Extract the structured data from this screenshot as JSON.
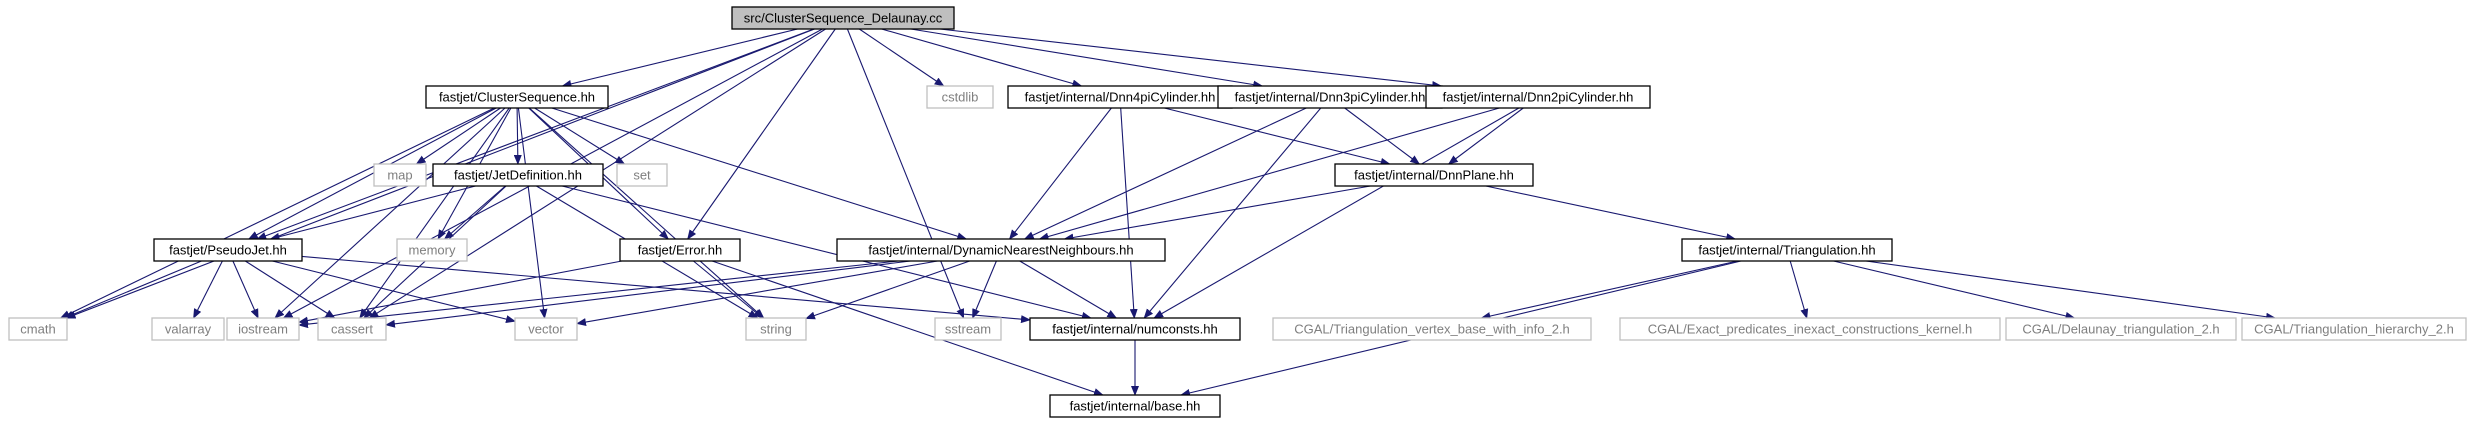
{
  "graph": {
    "colors": {
      "edge": "#191970",
      "root_fill": "#bfbfbf",
      "node_border": "#000000",
      "node_fill": "#ffffff",
      "external_border": "#bfbfbf",
      "external_text": "#7f7f7f",
      "text": "#000000"
    },
    "nodes": {
      "root": {
        "label": "src/ClusterSequence_Delaunay.cc",
        "kind": "root"
      },
      "cs": {
        "label": "fastjet/ClusterSequence.hh",
        "kind": "internal"
      },
      "cstdlib": {
        "label": "cstdlib",
        "kind": "external"
      },
      "dnn4": {
        "label": "fastjet/internal/Dnn4piCylinder.hh",
        "kind": "internal"
      },
      "dnn3": {
        "label": "fastjet/internal/Dnn3piCylinder.hh",
        "kind": "internal"
      },
      "dnn2": {
        "label": "fastjet/internal/Dnn2piCylinder.hh",
        "kind": "internal"
      },
      "map": {
        "label": "map",
        "kind": "external"
      },
      "jetdef": {
        "label": "fastjet/JetDefinition.hh",
        "kind": "internal"
      },
      "set": {
        "label": "set",
        "kind": "external"
      },
      "dnnplane": {
        "label": "fastjet/internal/DnnPlane.hh",
        "kind": "internal"
      },
      "memory": {
        "label": "memory",
        "kind": "external"
      },
      "pseudojet": {
        "label": "fastjet/PseudoJet.hh",
        "kind": "internal"
      },
      "error": {
        "label": "fastjet/Error.hh",
        "kind": "internal"
      },
      "dnn": {
        "label": "fastjet/internal/DynamicNearestNeighbours.hh",
        "kind": "internal"
      },
      "triangulation": {
        "label": "fastjet/internal/Triangulation.hh",
        "kind": "internal"
      },
      "cmath": {
        "label": "cmath",
        "kind": "external"
      },
      "valarray": {
        "label": "valarray",
        "kind": "external"
      },
      "iostream": {
        "label": "iostream",
        "kind": "external"
      },
      "cassert": {
        "label": "cassert",
        "kind": "external"
      },
      "vector": {
        "label": "vector",
        "kind": "external"
      },
      "string": {
        "label": "string",
        "kind": "external"
      },
      "sstream": {
        "label": "sstream",
        "kind": "external"
      },
      "numconsts": {
        "label": "fastjet/internal/numconsts.hh",
        "kind": "internal"
      },
      "cgal_vb": {
        "label": "CGAL/Triangulation_vertex_base_with_info_2.h",
        "kind": "external"
      },
      "cgal_exact": {
        "label": "CGAL/Exact_predicates_inexact_constructions_kernel.h",
        "kind": "external"
      },
      "cgal_delaunay": {
        "label": "CGAL/Delaunay_triangulation_2.h",
        "kind": "external"
      },
      "cgal_hier": {
        "label": "CGAL/Triangulation_hierarchy_2.h",
        "kind": "external"
      },
      "base": {
        "label": "fastjet/internal/base.hh",
        "kind": "internal"
      }
    },
    "edges": [
      [
        "root",
        "cs"
      ],
      [
        "root",
        "cstdlib"
      ],
      [
        "root",
        "dnn4"
      ],
      [
        "root",
        "dnn3"
      ],
      [
        "root",
        "dnn2"
      ],
      [
        "root",
        "pseudojet"
      ],
      [
        "root",
        "error"
      ],
      [
        "root",
        "cmath"
      ],
      [
        "root",
        "iostream"
      ],
      [
        "root",
        "cassert"
      ],
      [
        "root",
        "sstream"
      ],
      [
        "cs",
        "map"
      ],
      [
        "cs",
        "jetdef"
      ],
      [
        "cs",
        "set"
      ],
      [
        "cs",
        "memory"
      ],
      [
        "cs",
        "pseudojet"
      ],
      [
        "cs",
        "error"
      ],
      [
        "cs",
        "dnn"
      ],
      [
        "cs",
        "cmath"
      ],
      [
        "cs",
        "iostream"
      ],
      [
        "cs",
        "cassert"
      ],
      [
        "cs",
        "vector"
      ],
      [
        "cs",
        "string"
      ],
      [
        "jetdef",
        "pseudojet"
      ],
      [
        "jetdef",
        "memory"
      ],
      [
        "jetdef",
        "cassert"
      ],
      [
        "jetdef",
        "string"
      ],
      [
        "jetdef",
        "numconsts"
      ],
      [
        "pseudojet",
        "cmath"
      ],
      [
        "pseudojet",
        "valarray"
      ],
      [
        "pseudojet",
        "iostream"
      ],
      [
        "pseudojet",
        "cassert"
      ],
      [
        "pseudojet",
        "vector"
      ],
      [
        "pseudojet",
        "numconsts"
      ],
      [
        "error",
        "iostream"
      ],
      [
        "error",
        "string"
      ],
      [
        "error",
        "base"
      ],
      [
        "dnn4",
        "dnnplane"
      ],
      [
        "dnn4",
        "dnn"
      ],
      [
        "dnn4",
        "numconsts"
      ],
      [
        "dnn3",
        "dnnplane"
      ],
      [
        "dnn3",
        "dnn"
      ],
      [
        "dnn3",
        "numconsts"
      ],
      [
        "dnn2",
        "dnnplane"
      ],
      [
        "dnn2",
        "dnn"
      ],
      [
        "dnn2",
        "numconsts"
      ],
      [
        "dnnplane",
        "dnn"
      ],
      [
        "dnnplane",
        "triangulation"
      ],
      [
        "dnn",
        "iostream"
      ],
      [
        "dnn",
        "cassert"
      ],
      [
        "dnn",
        "vector"
      ],
      [
        "dnn",
        "string"
      ],
      [
        "dnn",
        "sstream"
      ],
      [
        "dnn",
        "numconsts"
      ],
      [
        "triangulation",
        "cgal_vb"
      ],
      [
        "triangulation",
        "cgal_exact"
      ],
      [
        "triangulation",
        "cgal_delaunay"
      ],
      [
        "triangulation",
        "cgal_hier"
      ],
      [
        "triangulation",
        "base"
      ],
      [
        "numconsts",
        "base"
      ]
    ]
  }
}
